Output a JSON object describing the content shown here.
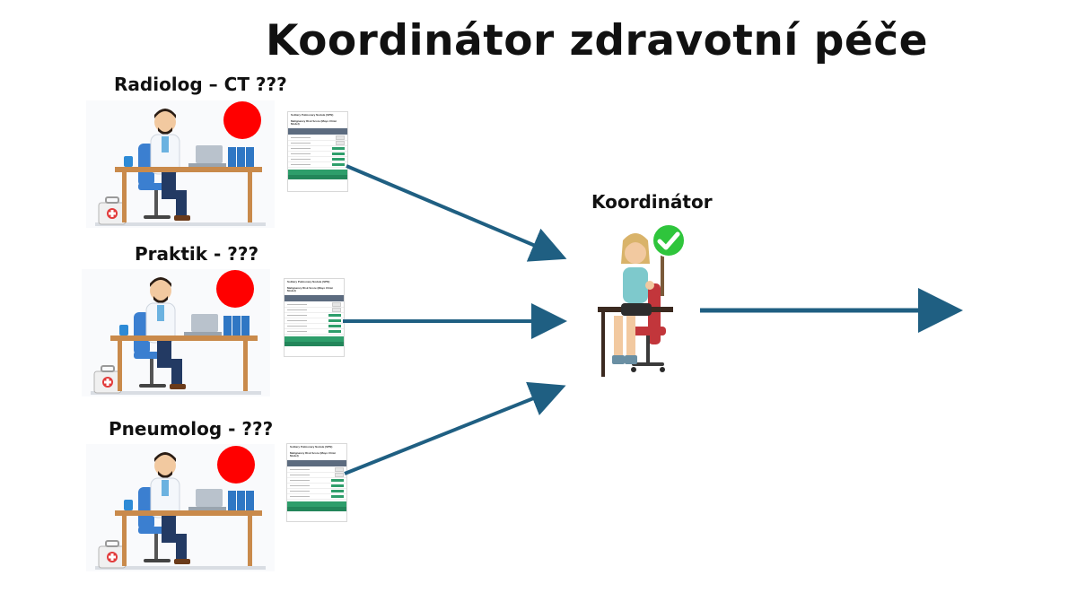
{
  "title": "Koordinátor zdravotní péče",
  "doctors": [
    {
      "label": "Radiolog – CT ???"
    },
    {
      "label": "Praktik - ???"
    },
    {
      "label": "Pneumolog - ???"
    }
  ],
  "coordinator": {
    "label": "Koordinátor"
  },
  "form": {
    "title_line1": "Solitary Pulmonary Nodule (SPN)",
    "title_line2": "Malignancy Risk Score (Mayo Clinic Model)"
  },
  "colors": {
    "arrow": "#1f5f82",
    "status_dot": "#ff0000",
    "check": "#2fc53c"
  }
}
